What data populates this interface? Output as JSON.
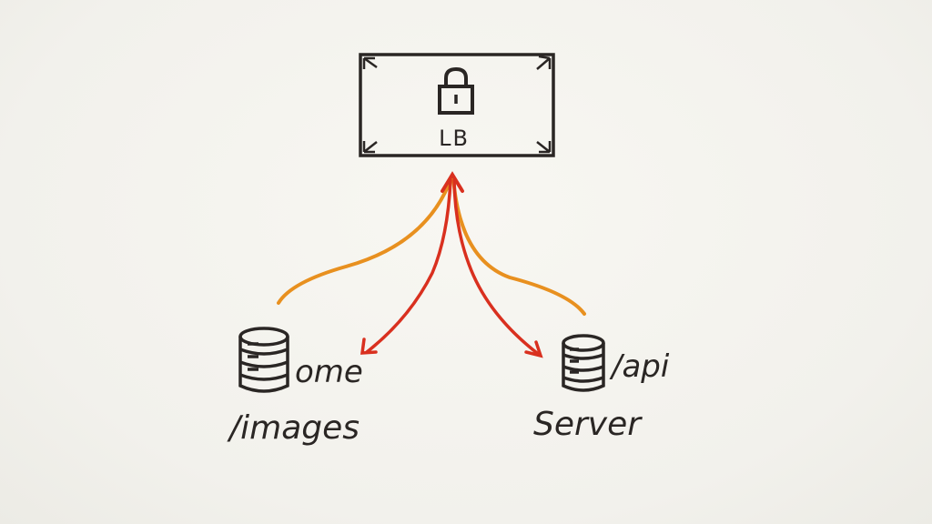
{
  "colors": {
    "ink": "#2a2624",
    "arrow_red": "#d9301f",
    "arrow_orange": "#e8901f",
    "paper": "#f4f3ee"
  },
  "nodes": {
    "load_balancer": {
      "label": "LB",
      "icon": "padlock-icon"
    },
    "left_server": {
      "icon": "database-icon",
      "side_label": "ome",
      "label": "/images"
    },
    "right_server": {
      "icon": "database-icon",
      "side_label": "/api",
      "label": "Server"
    }
  }
}
